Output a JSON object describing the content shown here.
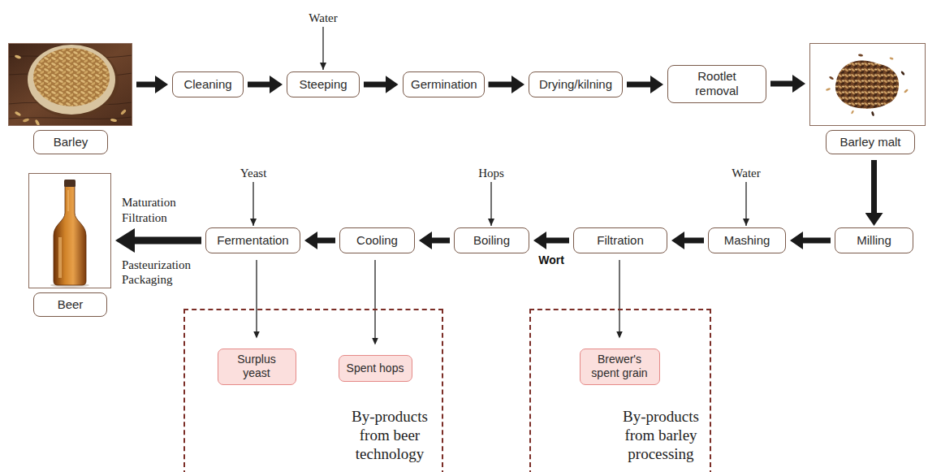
{
  "diagram": {
    "nodes": [
      {
        "text": [
          "Barley"
        ]
      },
      {
        "text": [
          "Cleaning"
        ]
      },
      {
        "text": [
          "Steeping"
        ]
      },
      {
        "text": [
          "Germination"
        ]
      },
      {
        "text": [
          "Drying/kilning"
        ]
      },
      {
        "text": [
          "Rootlet removal"
        ]
      },
      {
        "text": [
          "Barley malt"
        ]
      },
      {
        "text": [
          "Beer"
        ]
      },
      {
        "text": [
          "Fermentation"
        ]
      },
      {
        "text": [
          "Cooling"
        ]
      },
      {
        "text": [
          "Boiling"
        ]
      },
      {
        "text": [
          "Filtration"
        ]
      },
      {
        "text": [
          "Mashing"
        ]
      },
      {
        "text": [
          "Milling"
        ]
      },
      {
        "text": [
          "By-products from beer technology"
        ]
      },
      {
        "text": [
          "Surplus yeast"
        ],
        "in": 14
      },
      {
        "text": [
          "Spent hops"
        ],
        "in": 14
      },
      {
        "text": [
          "By-products from barley processing"
        ]
      },
      {
        "text": [
          "Brewer's spent grain"
        ],
        "in": 17
      }
    ],
    "edges": [
      {
        "from": 0,
        "to": 1,
        "arrow": "to"
      },
      {
        "from": 1,
        "to": 2,
        "arrow": "to"
      },
      {
        "from": 2,
        "to": 3,
        "arrow": "to"
      },
      {
        "from": 3,
        "to": 4,
        "arrow": "to"
      },
      {
        "from": 4,
        "to": 5,
        "arrow": "to"
      },
      {
        "from": 5,
        "to": 6,
        "arrow": "to"
      },
      {
        "from": 6,
        "to": 13,
        "arrow": "to"
      },
      {
        "from": 13,
        "to": 12,
        "arrow": "to"
      },
      {
        "from": 12,
        "to": 11,
        "arrow": "to"
      },
      {
        "from": 11,
        "to": 10,
        "label": "Wort",
        "arrow": "to"
      },
      {
        "from": 10,
        "to": 9,
        "arrow": "to"
      },
      {
        "from": 9,
        "to": 8,
        "arrow": "to"
      },
      {
        "from": 8,
        "to": 7,
        "arrow": "to"
      },
      {
        "from": 8,
        "to": 15,
        "arrow": "to"
      },
      {
        "from": 9,
        "to": 16,
        "arrow": "to"
      },
      {
        "from": 11,
        "to": 18,
        "arrow": "to"
      }
    ],
    "labels": [
      "Water",
      "Water",
      "Hops",
      "Yeast",
      "Maturation",
      "Filtration",
      "Pasteurization",
      "Packaging"
    ]
  }
}
